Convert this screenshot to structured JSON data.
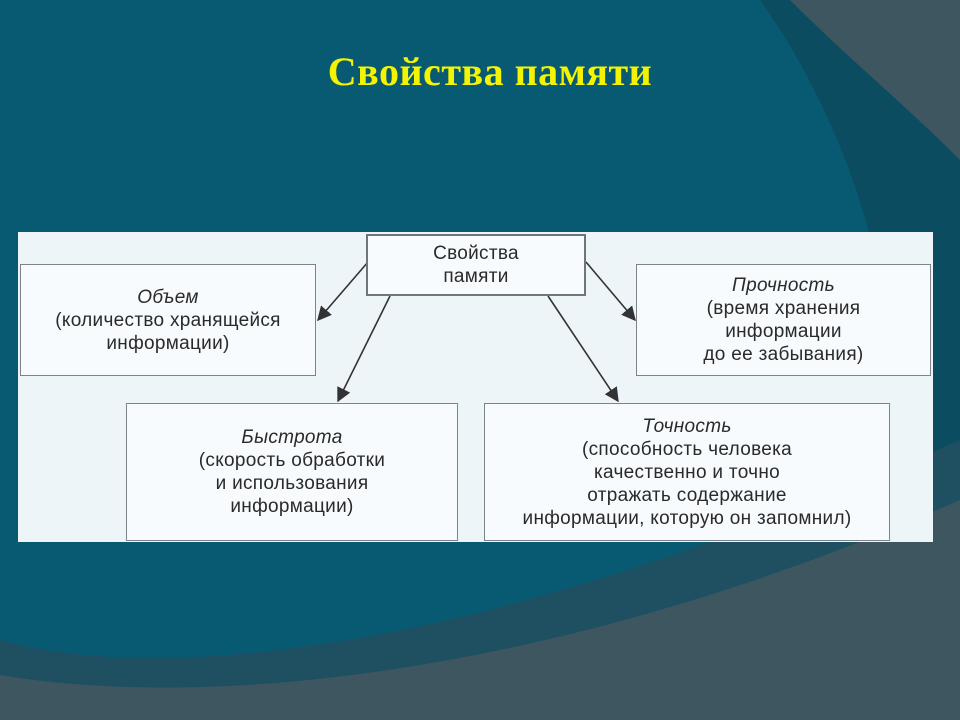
{
  "slide": {
    "title": "Свойства памяти",
    "colors": {
      "background": "#085a72",
      "title": "#f4f400",
      "panel": "#eef5f9"
    }
  },
  "diagram": {
    "root": {
      "line1": "Свойства",
      "line2": "памяти"
    },
    "nodes": [
      {
        "heading": "Объем",
        "lines": [
          "(количество хранящейся",
          "информации)"
        ]
      },
      {
        "heading": "Прочность",
        "lines": [
          "(время хранения",
          "информации",
          "до ее забывания)"
        ]
      },
      {
        "heading": "Быстрота",
        "lines": [
          "(скорость обработки",
          "и использования",
          "информации)"
        ]
      },
      {
        "heading": "Точность",
        "lines": [
          "(способность человека",
          "качественно и точно",
          "отражать содержание",
          "информации, которую он запомнил)"
        ]
      }
    ]
  }
}
